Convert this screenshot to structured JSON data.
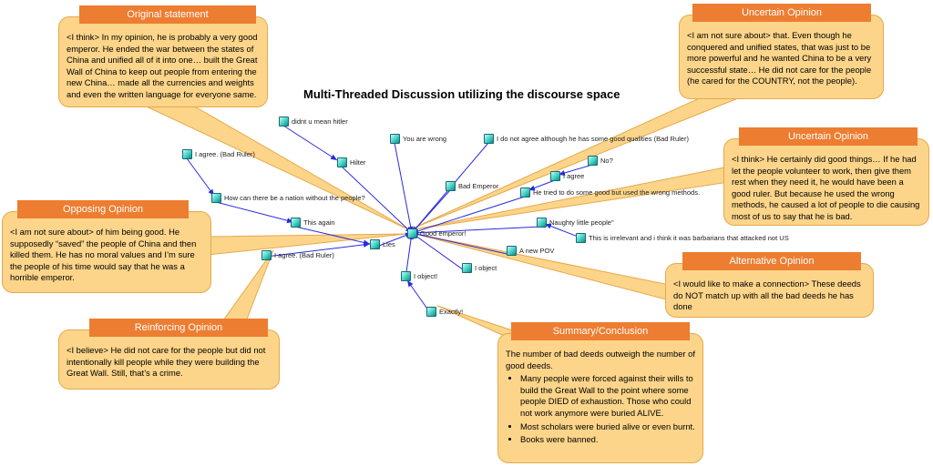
{
  "title": "Multi-Threaded Discussion utilizing the discourse space",
  "callouts": {
    "original": {
      "header": "Original statement",
      "text": "<I think> In my opinion, he is probably a very good emperor. He ended the war between the states of China and unified all of it into one… built the Great Wall of China to keep out people from entering the new China… made all the currencies and weights and even the written language for everyone same."
    },
    "uncertain1": {
      "header": "Uncertain Opinion",
      "text": "<I am not sure about> that. Even though he conquered and unified states, that was just to be more powerful and he wanted China to be a very successful state… He did not care for the people (he cared for the COUNTRY, not the people)."
    },
    "uncertain2": {
      "header": "Uncertain Opinion",
      "text": "<I think> He certainly did good things… If he had let the people volunteer to work, then give them rest when they need it, he would have been a good ruler. But because he used the wrong methods, he caused a lot of people to die causing most of us to say that he is bad."
    },
    "opposing": {
      "header": "Opposing Opinion",
      "text": "<I am not sure about> of him being good. He supposedly “saved” the people of China and then killed them. He has no moral values and I’m sure the people of his time would say that he was a horrible emperor."
    },
    "alternative": {
      "header": "Alternative Opinion",
      "text": "<I would like to make a connection> These deeds do NOT match up with all the bad deeds he has done"
    },
    "reinforcing": {
      "header": "Reinforcing Opinion",
      "text": "<I believe> He did not care for the people but did not intentionally kill people while they were building the Great Wall. Still, that’s a crime."
    },
    "summary": {
      "header": "Summary/Conclusion",
      "intro": "The number of bad deeds outweigh the number of good deeds.",
      "bullets": [
        "Many people were forced against their wills to build the Great Wall to the point where some people DIED of exhaustion. Those who could not work anymore were buried ALIVE.",
        "Most scholars were buried alive or even burnt.",
        "Books were banned."
      ]
    }
  },
  "nodes": {
    "good_emperor": "Good emperor!",
    "didnt_u_mean_hitler": "didnt u mean hitler",
    "hilter": "Hilter",
    "you_are_wrong": "You are wrong",
    "disagree": "I do not agree although he has some good qualities (Bad Ruler)",
    "bad_emperor": "Bad Emperor",
    "no": "No?",
    "i_agree": "I agree",
    "wrong_methods": "He tried to do some good but used the wrong methods.",
    "naughty": "Naughty little people\"",
    "irrelevant": "This is irrelevant and i think it was barbarians that attacked not US",
    "i_agree_bad_ruler_top": "I agree. (Bad Ruler)",
    "nation": "How can there be a nation without the people?",
    "this_again": "This again",
    "lies": "Lies",
    "i_agree_bad_ruler_bottom": "I agree. (Bad Ruler)",
    "new_pov": "A new POV",
    "i_object_right": "I object",
    "i_object_left": "I object!",
    "exactly": "Exactly!"
  },
  "colors": {
    "callout_fill": "#fcd58a",
    "callout_border": "#e7a84a",
    "header_fill": "#ed7d31",
    "edge": "#2a2ae0"
  }
}
